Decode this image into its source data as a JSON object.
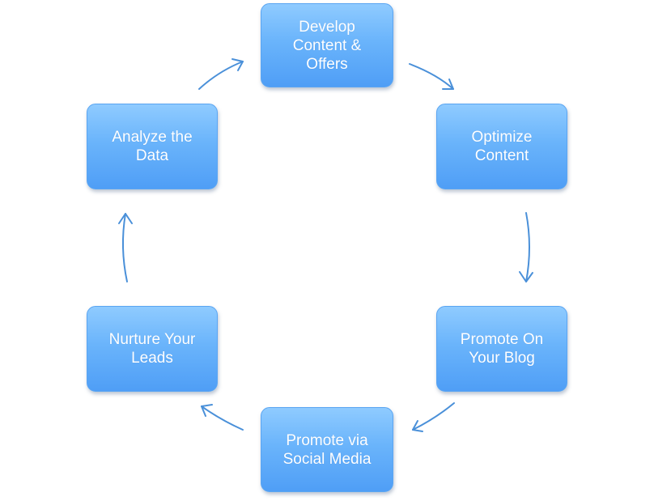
{
  "diagram": {
    "colors": {
      "node_fill_top": "#8fcbff",
      "node_fill_bottom": "#4f9ef6",
      "node_text": "#ffffff",
      "arrow": "#4a90d9"
    },
    "nodes": [
      {
        "label": "Develop\nContent &\nOffers"
      },
      {
        "label": "Optimize\nContent"
      },
      {
        "label": "Promote On\nYour Blog"
      },
      {
        "label": "Promote via\nSocial Media"
      },
      {
        "label": "Nurture Your\nLeads"
      },
      {
        "label": "Analyze the\nData"
      }
    ],
    "edges": [
      {
        "from": "Develop Content & Offers",
        "to": "Optimize Content"
      },
      {
        "from": "Optimize Content",
        "to": "Promote On Your Blog"
      },
      {
        "from": "Promote On Your Blog",
        "to": "Promote via Social Media"
      },
      {
        "from": "Promote via Social Media",
        "to": "Nurture Your Leads"
      },
      {
        "from": "Nurture Your Leads",
        "to": "Analyze the Data"
      },
      {
        "from": "Analyze the Data",
        "to": "Develop Content & Offers"
      }
    ]
  }
}
